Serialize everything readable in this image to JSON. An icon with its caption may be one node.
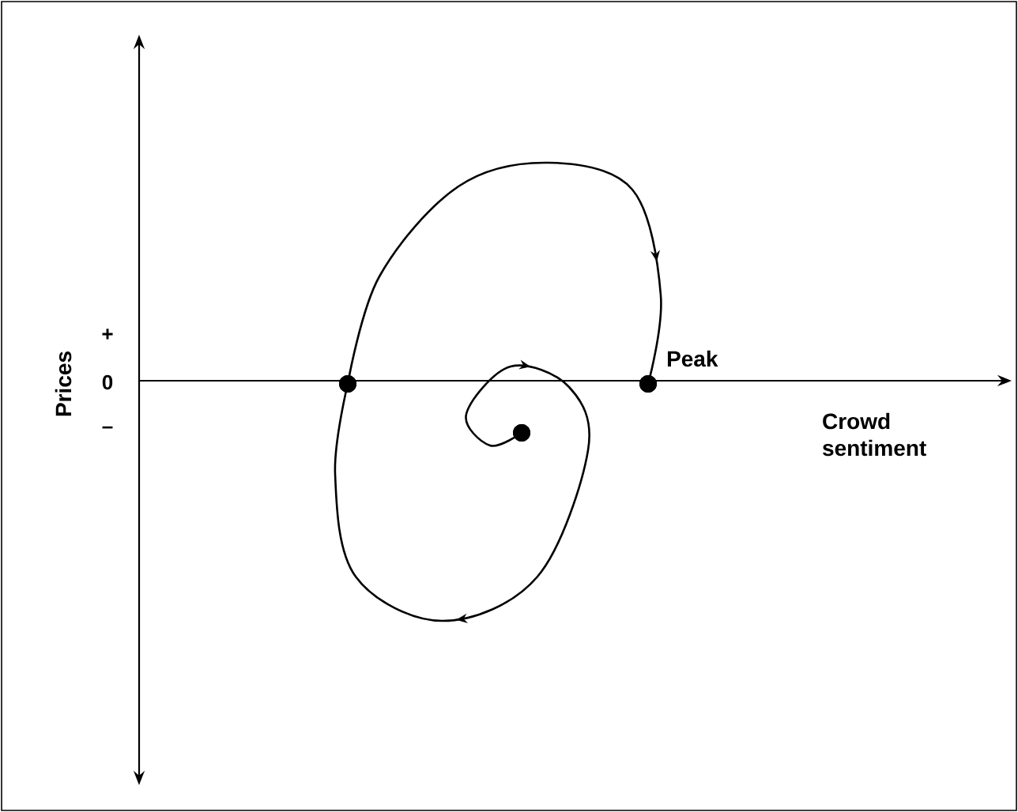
{
  "diagram": {
    "nodes": [
      {
        "text": [],
        "shape": "circle"
      },
      {
        "text": [],
        "shape": "circle"
      },
      {
        "text": [],
        "shape": "circle",
        "beside": [
          "Peak"
        ]
      }
    ],
    "edges": [
      {
        "from": 0,
        "to": 1,
        "arrow": "to"
      },
      {
        "from": 1,
        "to": 2,
        "arrow": "to"
      }
    ],
    "labels": [
      "Prices",
      "+",
      "0",
      "–",
      "Crowd sentiment"
    ]
  }
}
